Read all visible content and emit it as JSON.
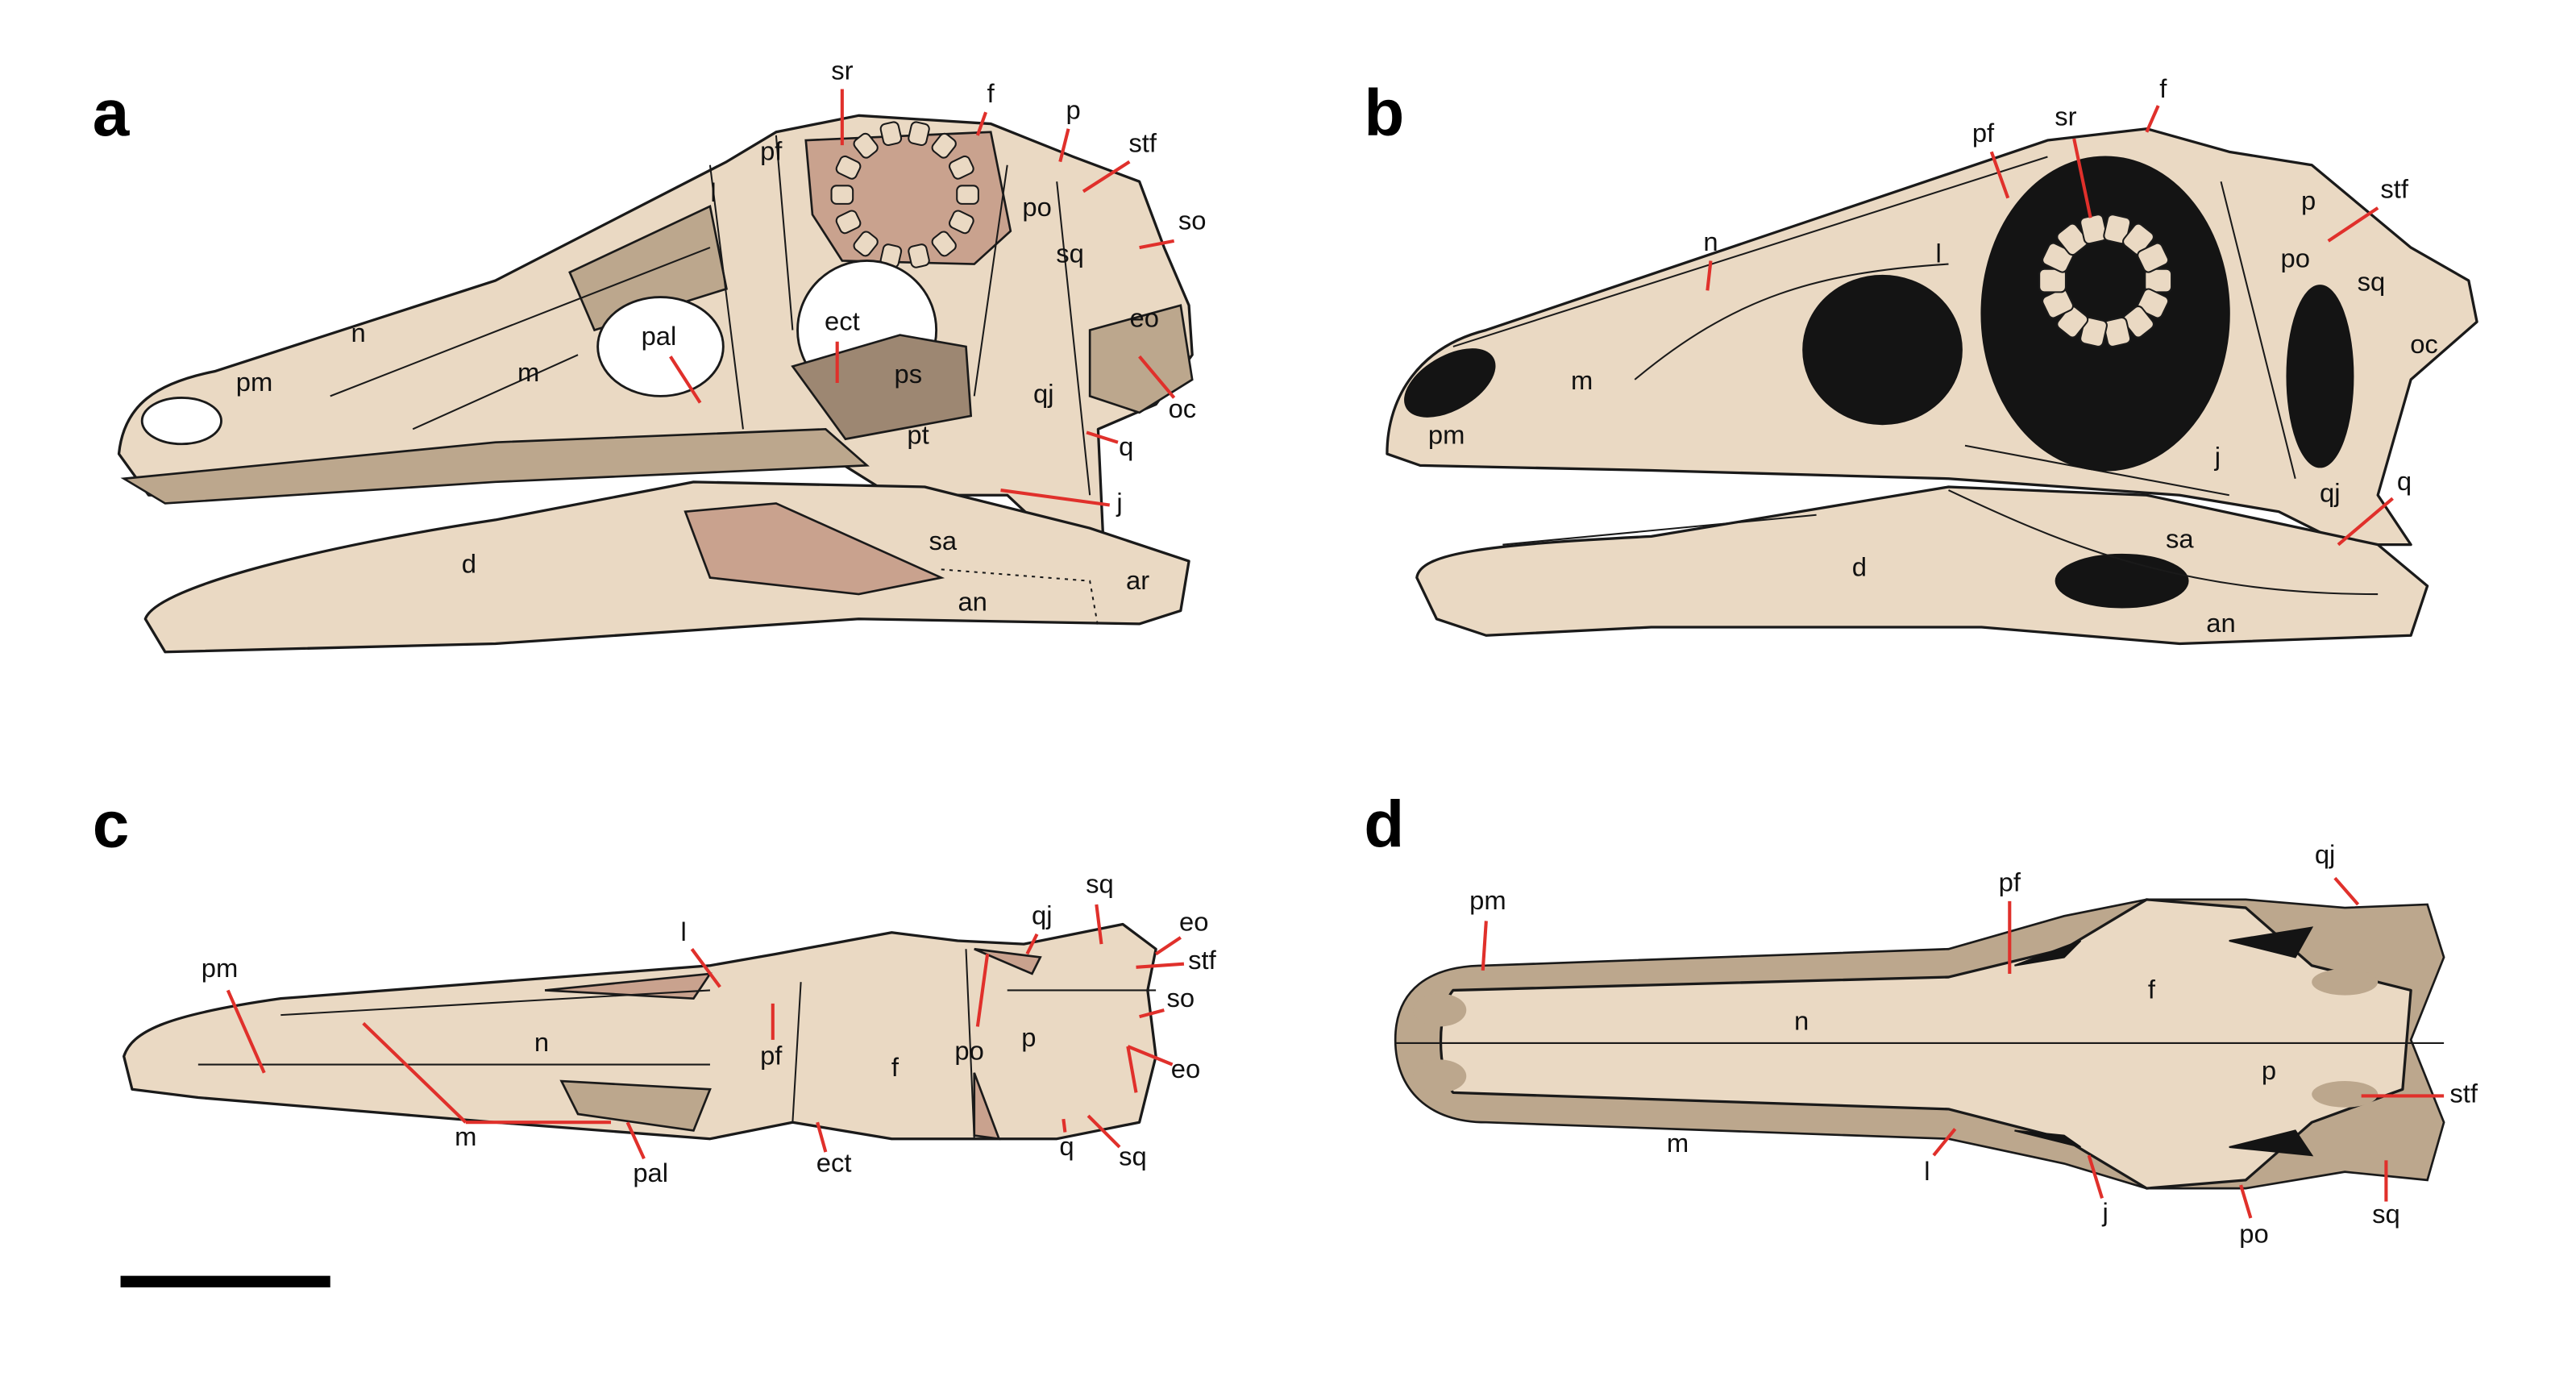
{
  "figure": {
    "colors": {
      "bone": "#ead9c3",
      "bone_shadow": "#bca78d",
      "matrix_pink": "#c9a28e",
      "dark_bone": "#9d8772",
      "opening": "#141414",
      "leader": "#e0302b"
    },
    "panels": [
      {
        "letter": "a",
        "labels": [
          "sr",
          "f",
          "p",
          "stf",
          "so",
          "pf",
          "l",
          "po",
          "sq",
          "eo",
          "oc",
          "ect",
          "ps",
          "pal",
          "qj",
          "q",
          "pt",
          "j",
          "n",
          "m",
          "pm",
          "d",
          "sa",
          "ar",
          "an"
        ]
      },
      {
        "letter": "b",
        "labels": [
          "n",
          "f",
          "pf",
          "sr",
          "p",
          "stf",
          "po",
          "sq",
          "oc",
          "l",
          "m",
          "pm",
          "j",
          "qj",
          "q",
          "d",
          "sa",
          "an"
        ]
      },
      {
        "letter": "c",
        "labels": [
          "pm",
          "l",
          "n",
          "m",
          "pal",
          "pf",
          "f",
          "ect",
          "po",
          "p",
          "qj",
          "sq",
          "eo",
          "stf",
          "so",
          "eo",
          "q",
          "sq"
        ]
      },
      {
        "letter": "d",
        "labels": [
          "pm",
          "pf",
          "qj",
          "f",
          "n",
          "p",
          "stf",
          "m",
          "l",
          "j",
          "po",
          "sq"
        ]
      }
    ]
  }
}
